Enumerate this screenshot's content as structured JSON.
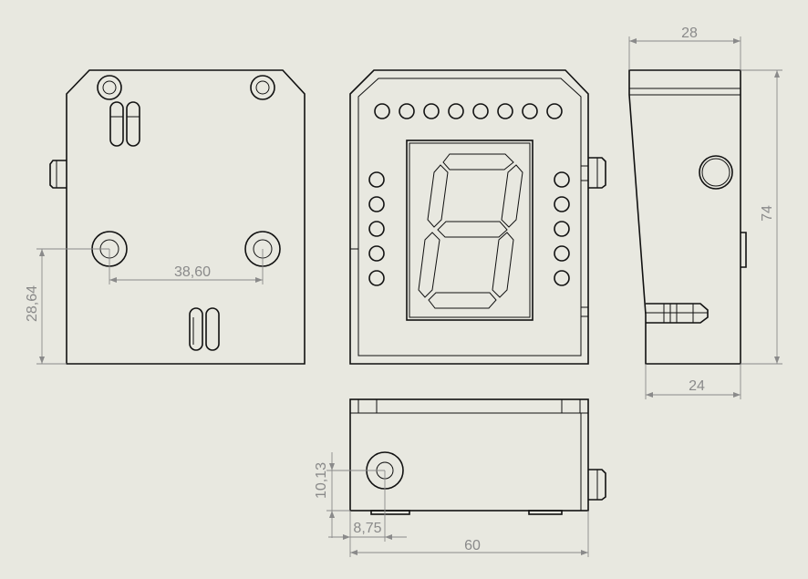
{
  "dimensions": {
    "side_top_width": "28",
    "side_height": "74",
    "side_bottom_width": "24",
    "rear_hole_spacing": "38,60",
    "rear_hole_height": "28,64",
    "bottom_hole_height": "10,13",
    "bottom_hole_offset": "8,75",
    "bottom_width": "60"
  }
}
